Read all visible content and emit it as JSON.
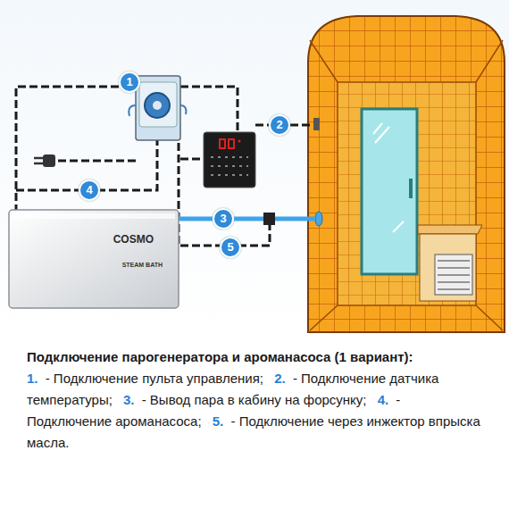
{
  "diagram": {
    "title": "Подключение парогенератора и ароманасоса (1 вариант):",
    "nodes": [
      {
        "text": [
          "COSMO",
          "STEAM BATH"
        ]
      }
    ],
    "labels": [
      "1",
      "2",
      "3",
      "4",
      "5",
      "1.",
      "- Подключение пульта управления;",
      "2.",
      "- Подключение датчика температуры;",
      "3.",
      "- Вывод пара в кабину на форсунку;",
      "4.",
      "- Подключение ароманасоса;",
      "5.",
      "- Подключение через инжектор впрыска масла."
    ]
  }
}
